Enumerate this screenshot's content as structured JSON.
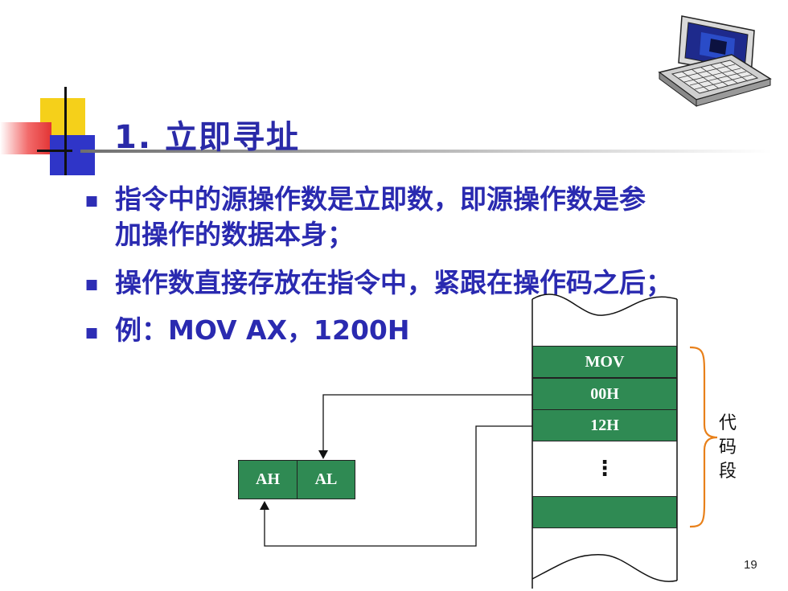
{
  "slide": {
    "title": "1. 立即寻址",
    "page_number": "19"
  },
  "bullets": [
    {
      "line1": "指令中的源操作数是立即数，即源操作数是参",
      "line2": "加操作的数据本身；"
    },
    {
      "line1": "操作数直接存放在指令中，紧跟在操作码之后；"
    },
    {
      "line1": "例：MOV  AX，1200H"
    }
  ],
  "memory": {
    "cells": [
      "MOV",
      "00H",
      "12H",
      "⋮",
      ""
    ],
    "segment_label": [
      "代",
      "码",
      "段"
    ]
  },
  "registers": [
    "AH",
    "AL"
  ],
  "colors": {
    "text_blue": "#2a2ab0",
    "cell_green": "#2f8a53",
    "brace_orange": "#e8801a"
  }
}
